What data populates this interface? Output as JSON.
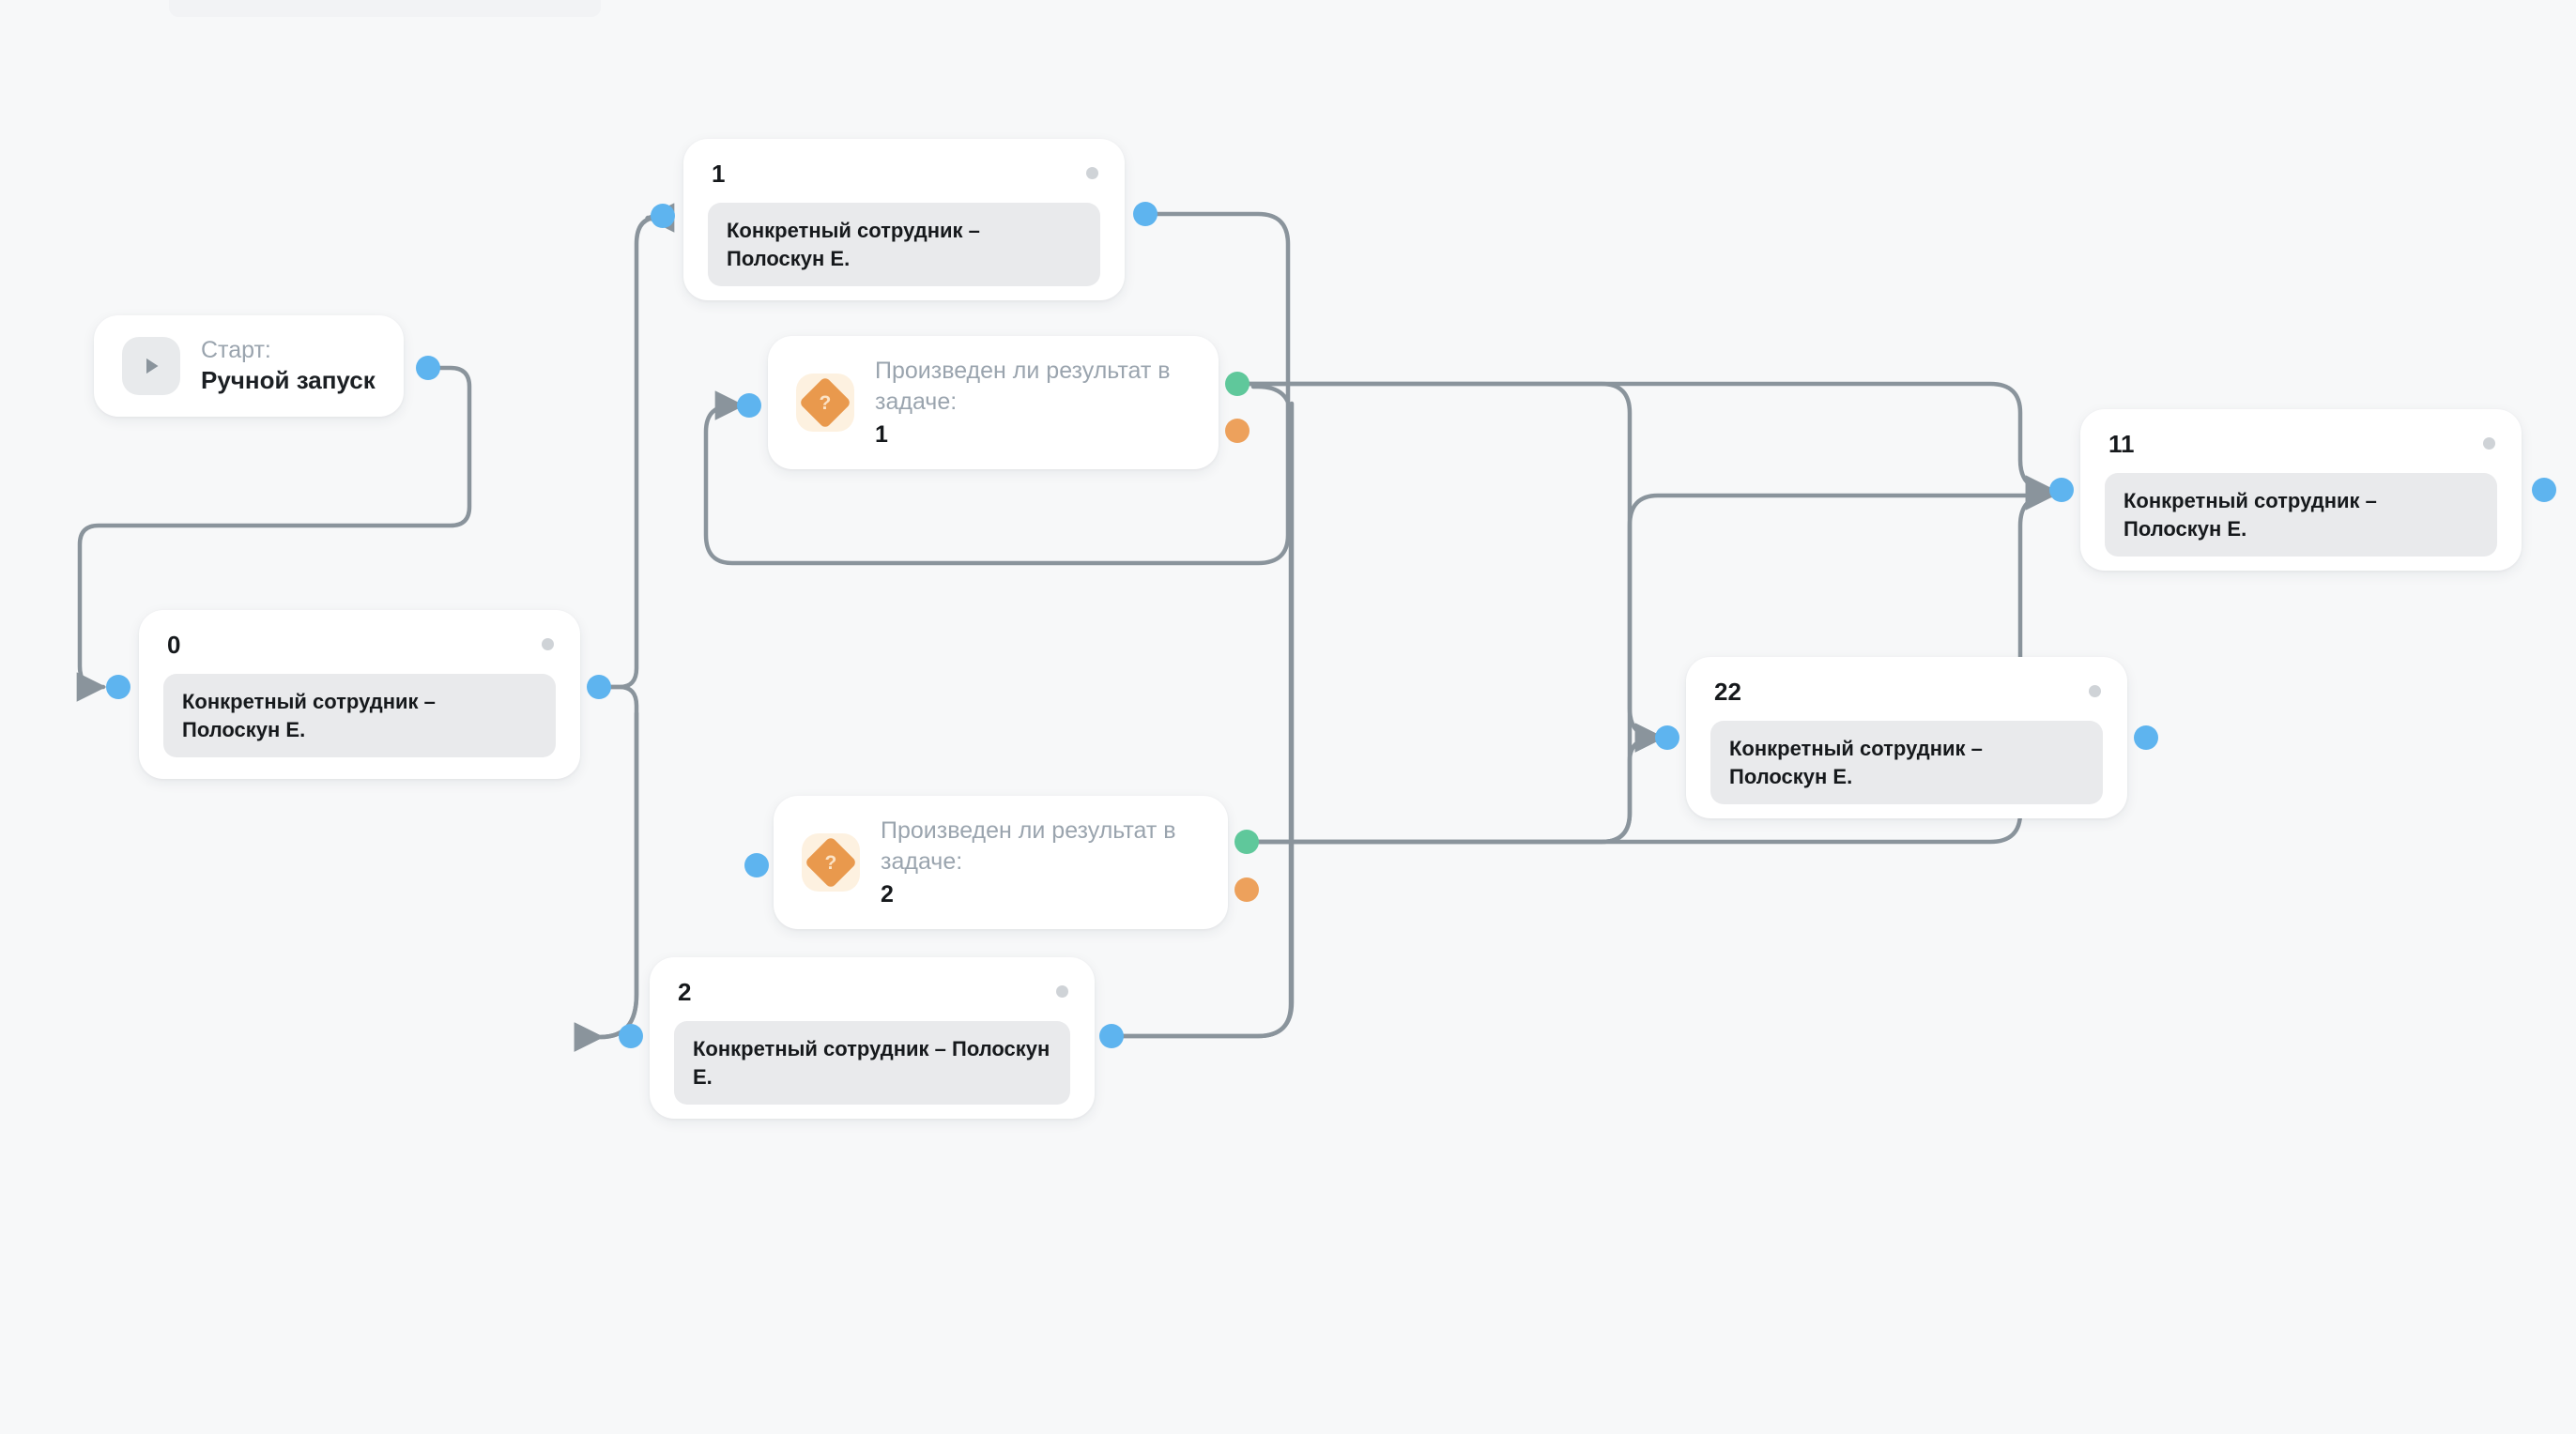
{
  "app": {
    "canvas_name": "business-process-flow-editor",
    "background_color": "#f7f8f9"
  },
  "colors": {
    "port_default": "#5eb4ef",
    "port_yes": "#5fc89b",
    "port_no": "#eda15c",
    "edge": "#8a949c",
    "node_background": "#ffffff",
    "chip_background": "#e9eaec",
    "condition_icon_background": "#fdf1e0",
    "condition_diamond": "#e9994d",
    "muted_text": "#9aa4ae",
    "primary_text": "#16191c",
    "corner_dot": "#cfd3d7"
  },
  "nodes": {
    "start": {
      "id": "start",
      "type": "start",
      "icon": "play-icon",
      "label": "Старт:",
      "value": "Ручной запуск"
    },
    "task0": {
      "id": "0",
      "type": "task",
      "title": "0",
      "assignee": "Конкретный сотрудник – Полоскун Е."
    },
    "task1": {
      "id": "1",
      "type": "task",
      "title": "1",
      "assignee": "Конкретный сотрудник – Полоскун Е."
    },
    "task2": {
      "id": "2",
      "type": "task",
      "title": "2",
      "assignee": "Конкретный сотрудник – Полоскун Е."
    },
    "task11": {
      "id": "11",
      "type": "task",
      "title": "11",
      "assignee": "Конкретный сотрудник – Полоскун Е."
    },
    "task22": {
      "id": "22",
      "type": "task",
      "title": "22",
      "assignee": "Конкретный сотрудник – Полоскун Е."
    },
    "cond1": {
      "id": "cond1",
      "type": "condition",
      "icon": "question-diamond-icon",
      "label": "Произведен ли результат в задаче:",
      "value": "1"
    },
    "cond2": {
      "id": "cond2",
      "type": "condition",
      "icon": "question-diamond-icon",
      "label": "Произведен ли результат в задаче:",
      "value": "2"
    }
  }
}
